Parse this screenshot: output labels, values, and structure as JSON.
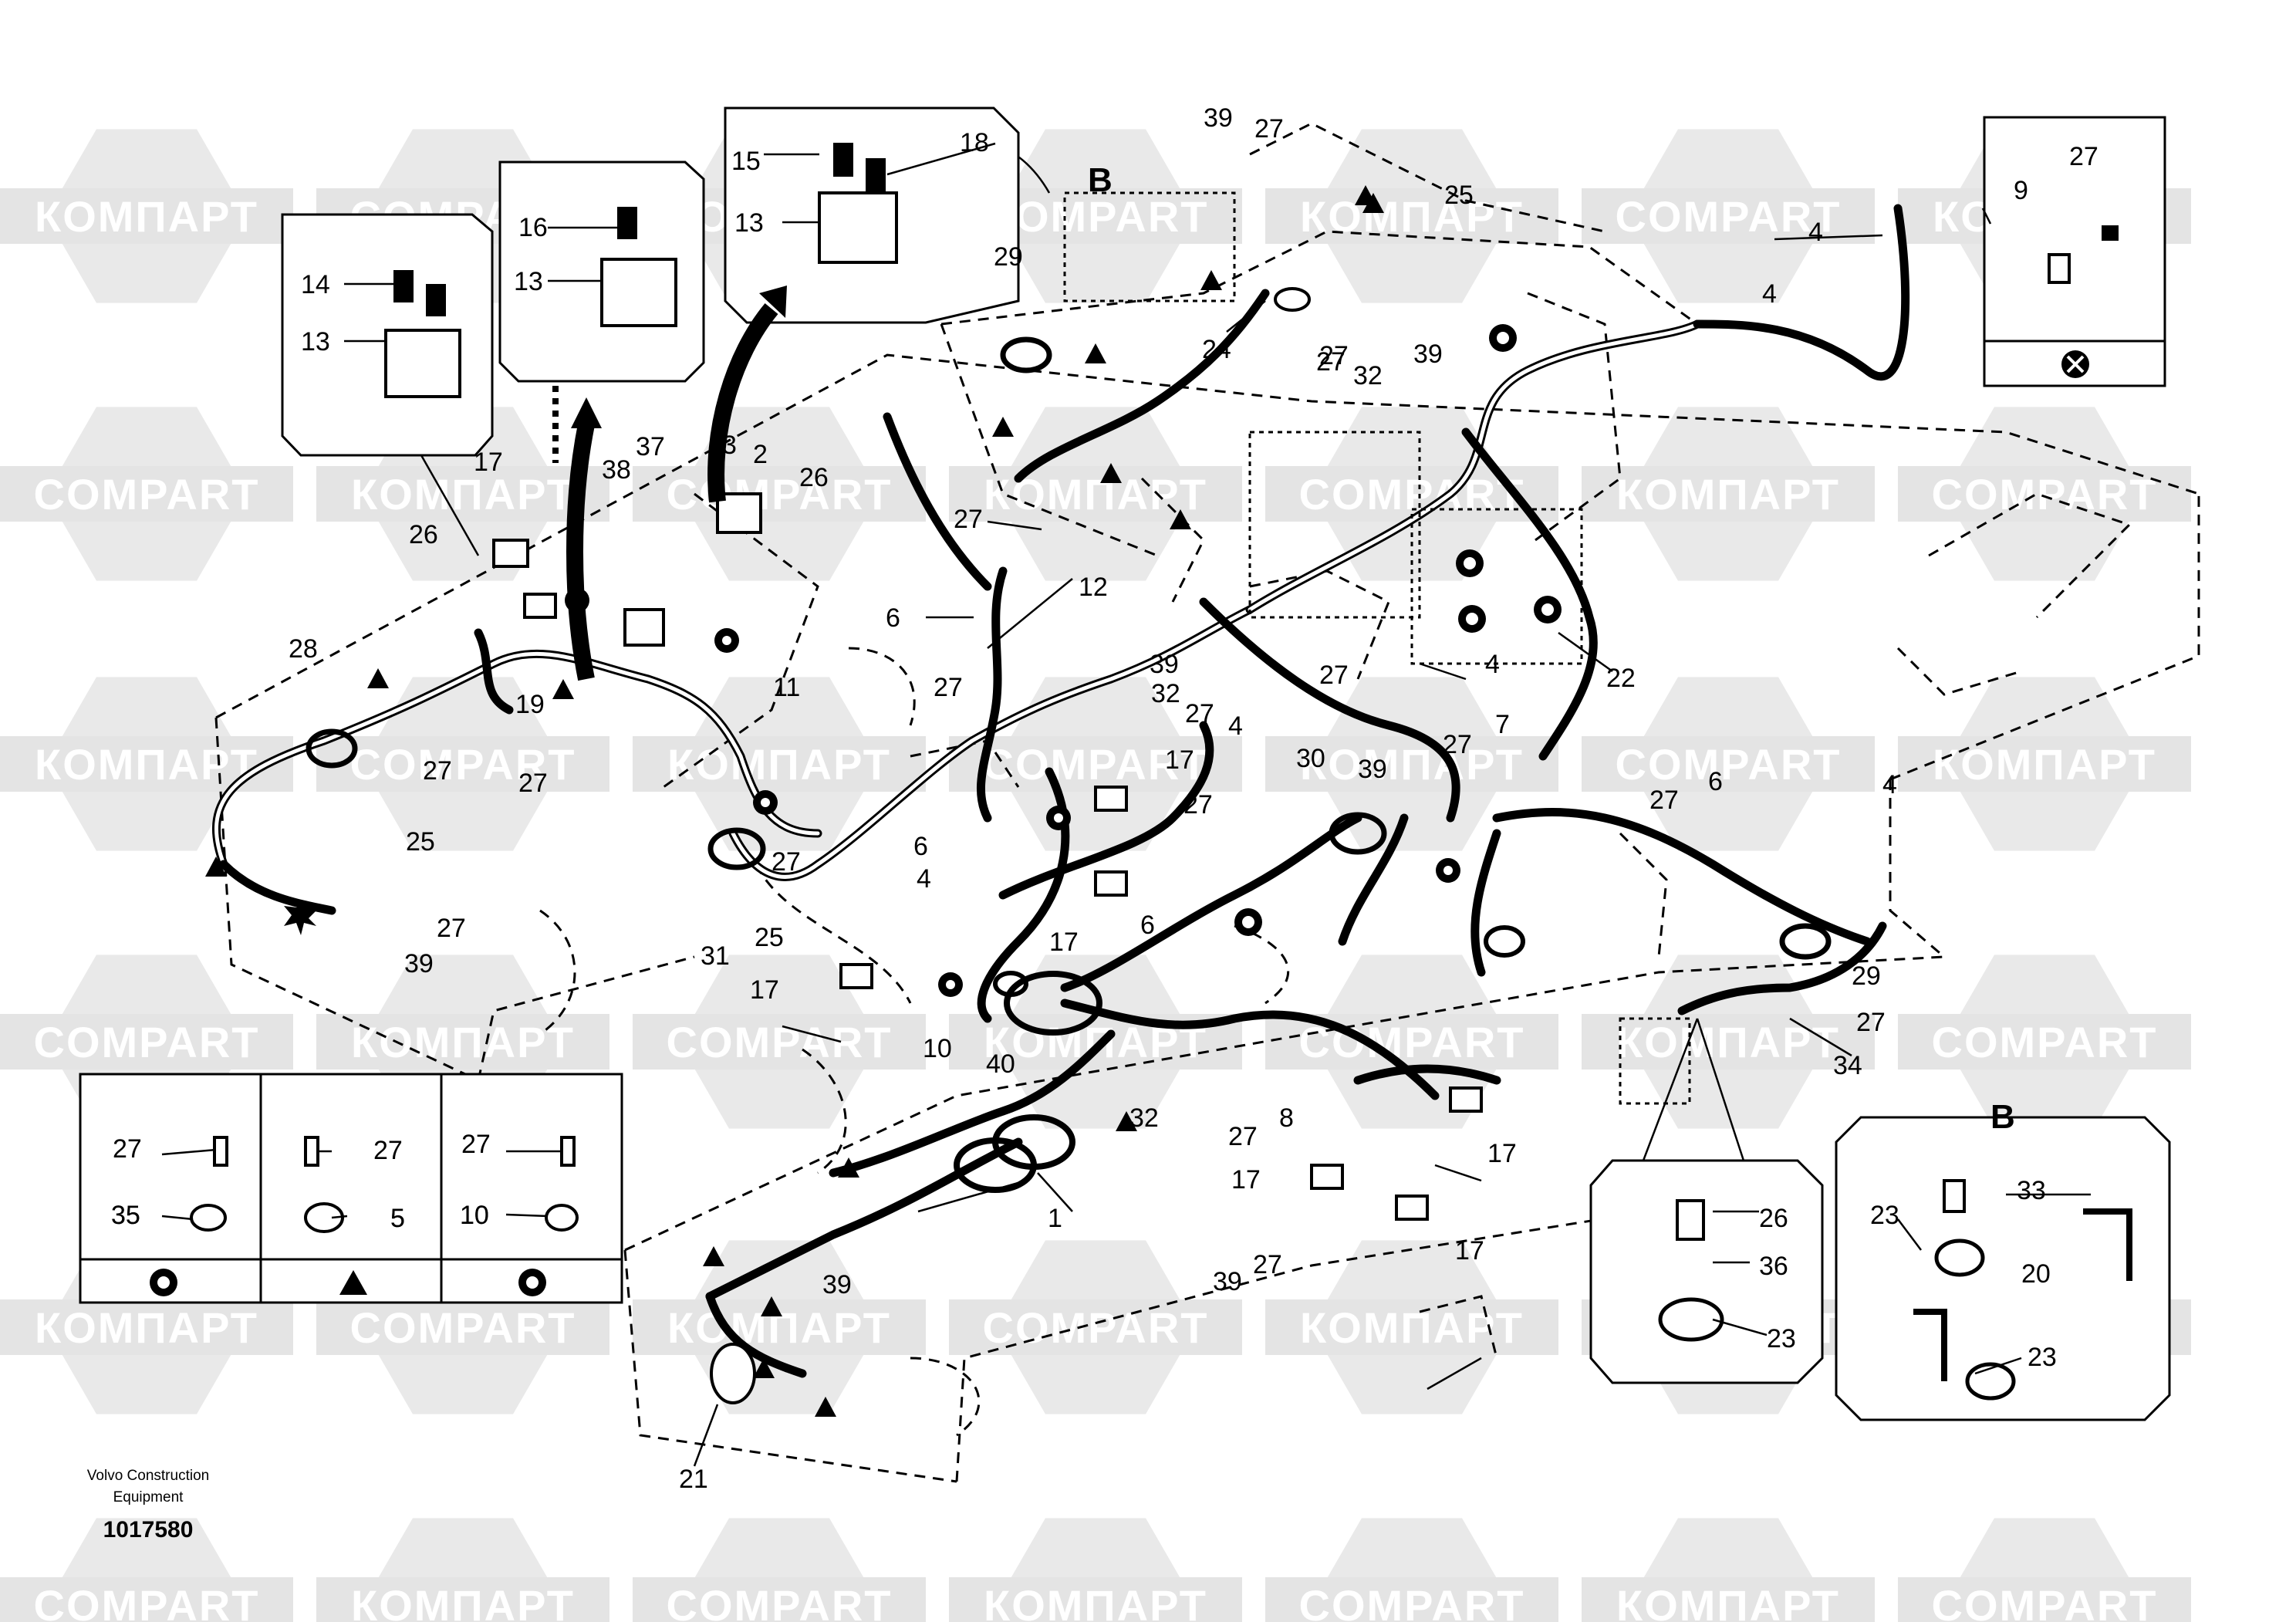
{
  "watermark": {
    "latin": "COMPART",
    "cyrillic": "КОМПАРТ"
  },
  "detail_label": "B",
  "callouts": [
    "1",
    "2",
    "3",
    "4",
    "5",
    "6",
    "7",
    "8",
    "9",
    "10",
    "11",
    "12",
    "13",
    "14",
    "15",
    "16",
    "17",
    "18",
    "19",
    "20",
    "21",
    "22",
    "23",
    "24",
    "25",
    "26",
    "27",
    "28",
    "29",
    "30",
    "31",
    "32",
    "33",
    "34",
    "35",
    "36",
    "37",
    "38",
    "39",
    "40"
  ],
  "legend": {
    "cells": [
      {
        "parts": [
          "27",
          "35"
        ]
      },
      {
        "parts": [
          "27",
          "5"
        ]
      },
      {
        "parts": [
          "27",
          "10"
        ]
      }
    ]
  },
  "footer": {
    "company_line1": "Volvo Construction",
    "company_line2": "Equipment",
    "document_number": "1017580"
  }
}
